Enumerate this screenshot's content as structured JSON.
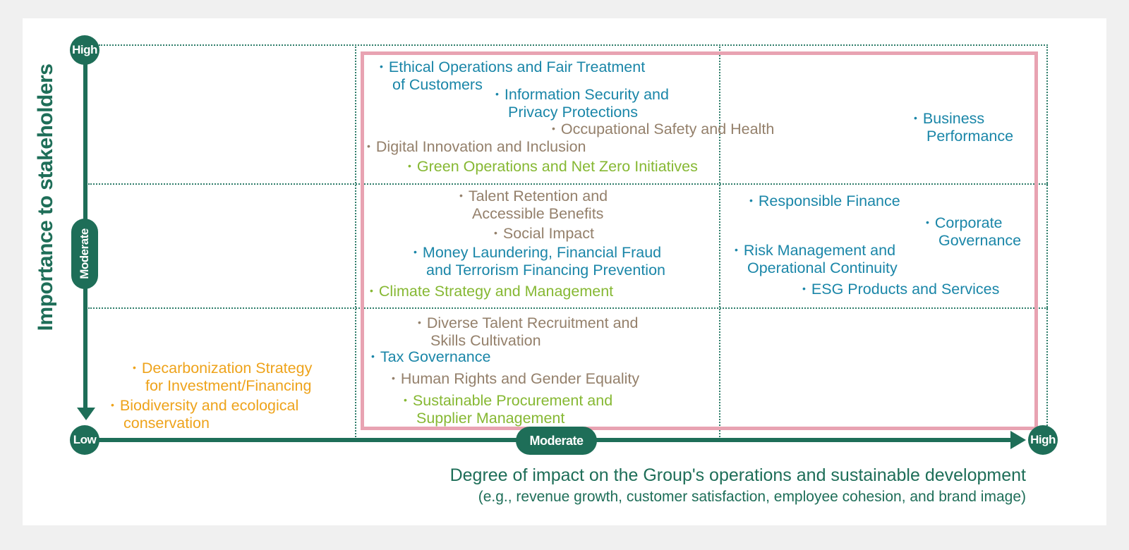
{
  "axes": {
    "y_title": "Importance to stakeholders",
    "y_low": "Low",
    "y_moderate": "Moderate",
    "y_high": "High",
    "x_low": "Low",
    "x_moderate": "Moderate",
    "x_high": "High",
    "x_title": "Degree of impact on the Group's operations and sustainable development",
    "x_subtitle": "(e.g., revenue growth, customer satisfaction, employee cohesion, and brand image)"
  },
  "colors": {
    "axis": "#1e6e58",
    "focus_box": "#e8a3b2",
    "governance": "#1a86a8",
    "social": "#94806b",
    "environmental": "#86b833",
    "emerging": "#eea31b"
  },
  "items": [
    {
      "id": "ethical-operations",
      "line1": "Ethical Operations and Fair Treatment",
      "line2": "of Customers",
      "color": "#1a86a8"
    },
    {
      "id": "information-security",
      "line1": "Information Security and",
      "line2": "Privacy Protections",
      "color": "#1a86a8"
    },
    {
      "id": "occupational-safety",
      "line1": "Occupational Safety and Health",
      "line2": "",
      "color": "#94806b"
    },
    {
      "id": "digital-innovation",
      "line1": "Digital Innovation and Inclusion",
      "line2": "",
      "color": "#94806b"
    },
    {
      "id": "green-operations",
      "line1": "Green Operations and Net Zero Initiatives",
      "line2": "",
      "color": "#86b833"
    },
    {
      "id": "business-performance",
      "line1": "Business",
      "line2": "Performance",
      "color": "#1a86a8"
    },
    {
      "id": "talent-retention",
      "line1": "Talent Retention and",
      "line2": "Accessible Benefits",
      "color": "#94806b"
    },
    {
      "id": "social-impact",
      "line1": "Social Impact",
      "line2": "",
      "color": "#94806b"
    },
    {
      "id": "money-laundering",
      "line1": "Money Laundering, Financial Fraud",
      "line2": "and Terrorism Financing Prevention",
      "color": "#1a86a8"
    },
    {
      "id": "climate-strategy",
      "line1": "Climate Strategy and Management",
      "line2": "",
      "color": "#86b833"
    },
    {
      "id": "responsible-finance",
      "line1": "Responsible Finance",
      "line2": "",
      "color": "#1a86a8"
    },
    {
      "id": "corporate-governance",
      "line1": "Corporate",
      "line2": "Governance",
      "color": "#1a86a8"
    },
    {
      "id": "risk-management",
      "line1": "Risk Management and",
      "line2": "Operational Continuity",
      "color": "#1a86a8"
    },
    {
      "id": "esg-products",
      "line1": "ESG Products and Services",
      "line2": "",
      "color": "#1a86a8"
    },
    {
      "id": "diverse-talent",
      "line1": "Diverse Talent Recruitment and",
      "line2": "Skills Cultivation",
      "color": "#94806b"
    },
    {
      "id": "tax-governance",
      "line1": "Tax Governance",
      "line2": "",
      "color": "#1a86a8"
    },
    {
      "id": "human-rights",
      "line1": "Human Rights and Gender Equality",
      "line2": "",
      "color": "#94806b"
    },
    {
      "id": "sustainable-procurement",
      "line1": "Sustainable Procurement and",
      "line2": "Supplier Management",
      "color": "#86b833"
    },
    {
      "id": "decarbonization",
      "line1": "Decarbonization Strategy",
      "line2": "for Investment/Financing",
      "color": "#eea31b"
    },
    {
      "id": "biodiversity",
      "line1": "Biodiversity and ecological",
      "line2": "conservation",
      "color": "#eea31b"
    }
  ]
}
